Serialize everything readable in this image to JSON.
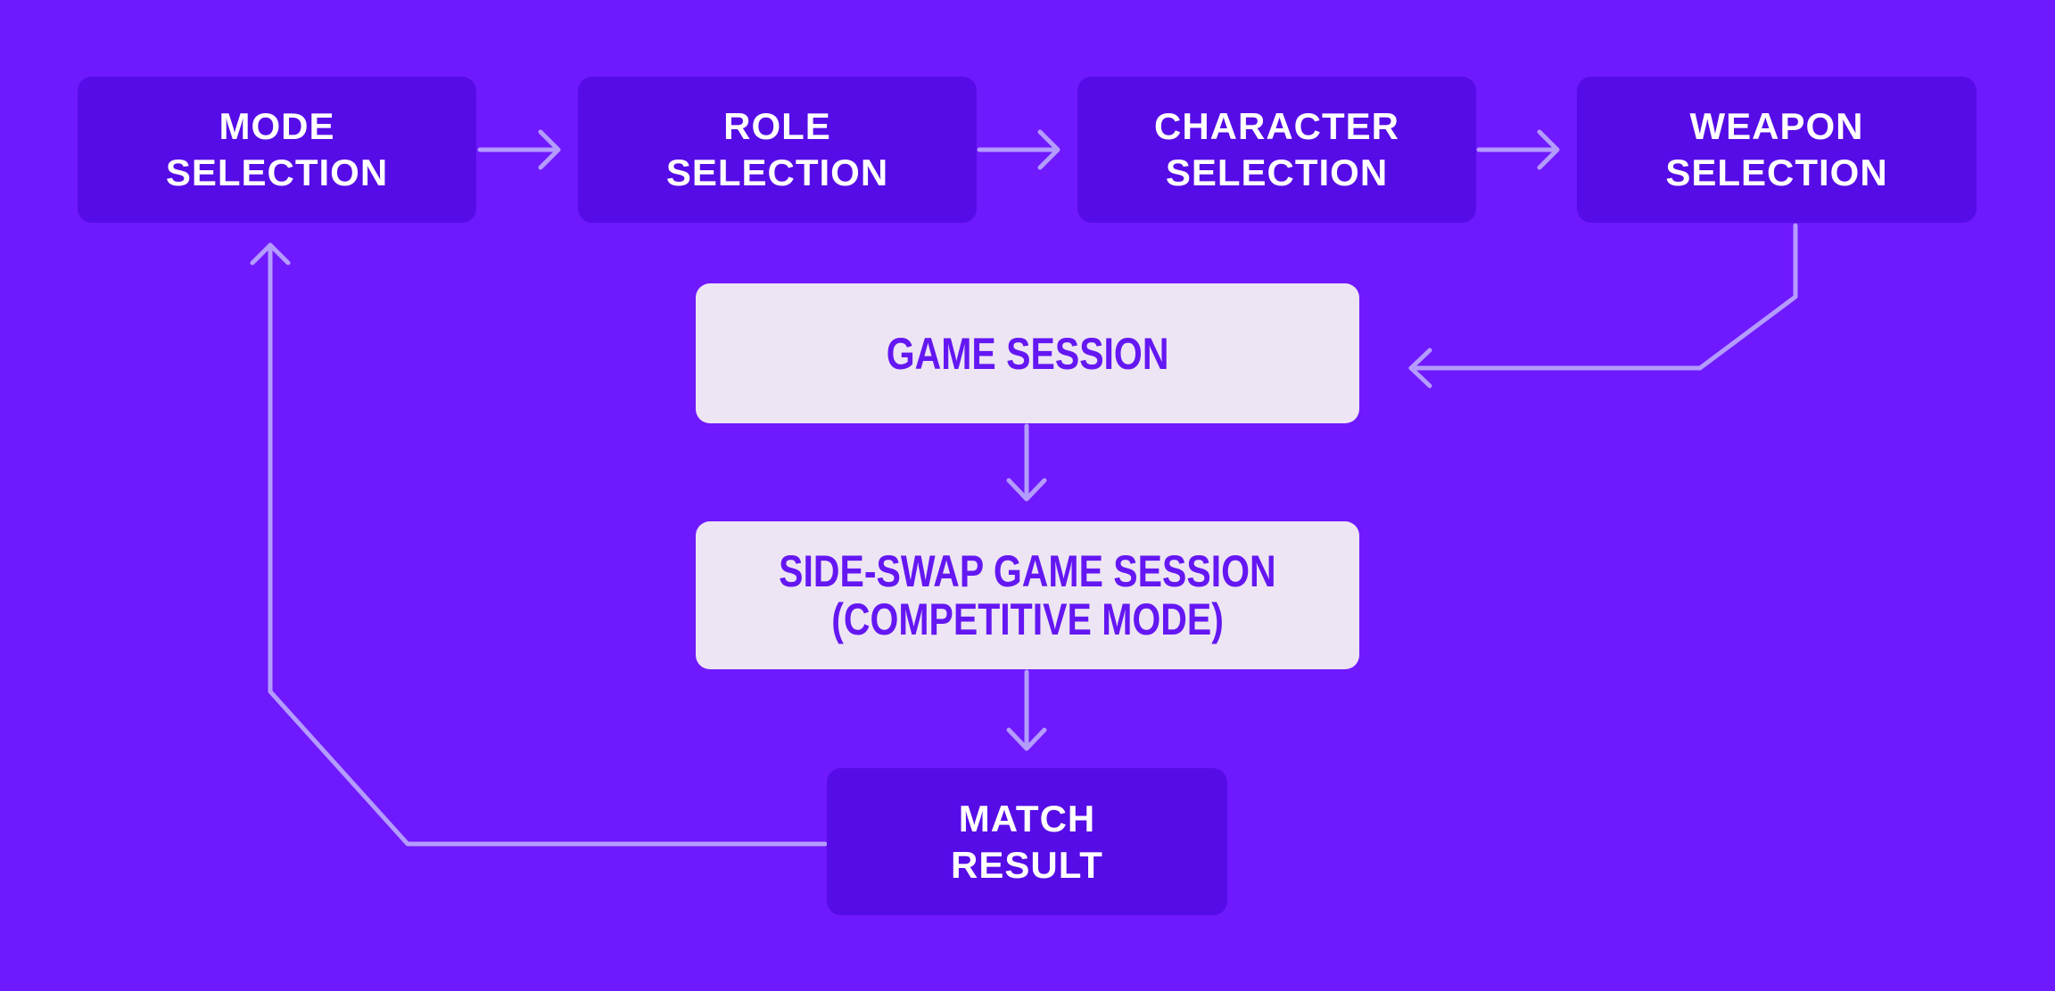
{
  "colors": {
    "background": "#6F19FE",
    "dark_box": "#560CE6",
    "light_box": "#EDE5F3",
    "light_text": "#6417F2",
    "connector": "#B49CFF"
  },
  "nodes": {
    "mode": {
      "line1": "MODE",
      "line2": "SELECTION"
    },
    "role": {
      "line1": "ROLE",
      "line2": "SELECTION"
    },
    "character": {
      "line1": "CHARACTER",
      "line2": "SELECTION"
    },
    "weapon": {
      "line1": "WEAPON",
      "line2": "SELECTION"
    },
    "game_session": {
      "line1": "GAME SESSION"
    },
    "side_swap": {
      "line1": "SIDE-SWAP GAME SESSION",
      "line2": "(COMPETITIVE MODE)"
    },
    "match_result": {
      "line1": "MATCH",
      "line2": "RESULT"
    }
  },
  "edges": [
    {
      "from": "mode",
      "to": "role"
    },
    {
      "from": "role",
      "to": "character"
    },
    {
      "from": "character",
      "to": "weapon"
    },
    {
      "from": "weapon",
      "to": "game_session"
    },
    {
      "from": "game_session",
      "to": "side_swap"
    },
    {
      "from": "side_swap",
      "to": "match_result"
    },
    {
      "from": "match_result",
      "to": "mode"
    }
  ]
}
